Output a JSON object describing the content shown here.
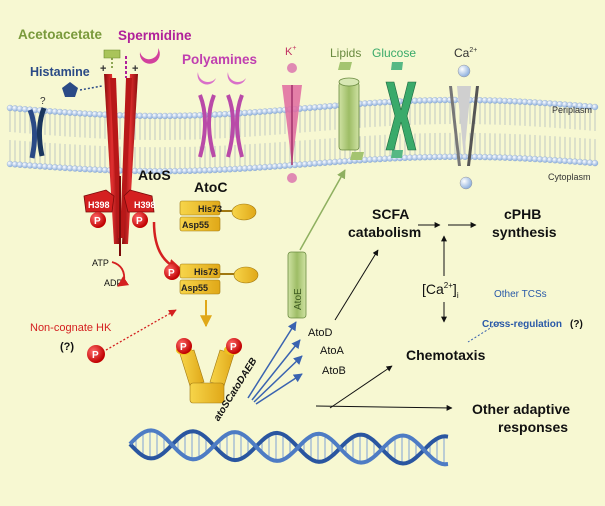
{
  "colors": {
    "background": "#f7f8d2",
    "acetoacetate": "#7a9a3c",
    "spermidine": "#b0219a",
    "polyamines": "#c03fb0",
    "histamine": "#2a4a86",
    "ator": "#d42020",
    "atoc": "#f0c020",
    "lipids": "#8aaa55",
    "glucose": "#3aaa6a",
    "membrane": "#a9c3e8",
    "blue_text": "#2a5aa8",
    "noncognate": "#d42020"
  },
  "signals": {
    "acetoacetate": "Acetoacetate",
    "spermidine": "Spermidine",
    "polyamines": "Polyamines",
    "histamine": "Histamine",
    "potassium": "K",
    "potassium_sup": "+",
    "lipids": "Lipids",
    "glucose": "Glucose",
    "calcium": "Ca",
    "calcium_sup": "2+",
    "question": "?",
    "plus_left": "+",
    "plus_right": "+"
  },
  "membrane": {
    "periplasm": "Periplasm",
    "cytoplasm": "Cytoplasm"
  },
  "atos": {
    "name": "AtoS",
    "his_left": "H398",
    "his_right": "H398",
    "p": "P",
    "atp": "ATP",
    "adp": "ADP"
  },
  "atoc": {
    "name": "AtoC",
    "his": "His73",
    "asp": "Asp55",
    "his_phos": "His73",
    "asp_phos": "Asp55",
    "p": "P"
  },
  "noncognate": {
    "label": "Non-cognate HK",
    "question": "(?)",
    "p": "P"
  },
  "dna": {
    "operon": "atoSCatoDAEB",
    "p_left": "P",
    "p_right": "P"
  },
  "proteins": {
    "atoe": "AtoE",
    "atod": "AtoD",
    "atoa": "AtoA",
    "atob": "AtoB"
  },
  "pathways": {
    "scfa_1": "SCFA",
    "scfa_2": "catabolism",
    "cphb_1": "cPHB",
    "cphb_2": "synthesis",
    "calcium_bracket": "[Ca",
    "calcium_sup": "2+",
    "calcium_close": "]",
    "calcium_sub": "i",
    "chemotaxis": "Chemotaxis",
    "other_1": "Other adaptive",
    "other_2": "responses",
    "other_tcss": "Other TCSs",
    "cross_regulation": "Cross-regulation",
    "cross_question": "(?)"
  }
}
